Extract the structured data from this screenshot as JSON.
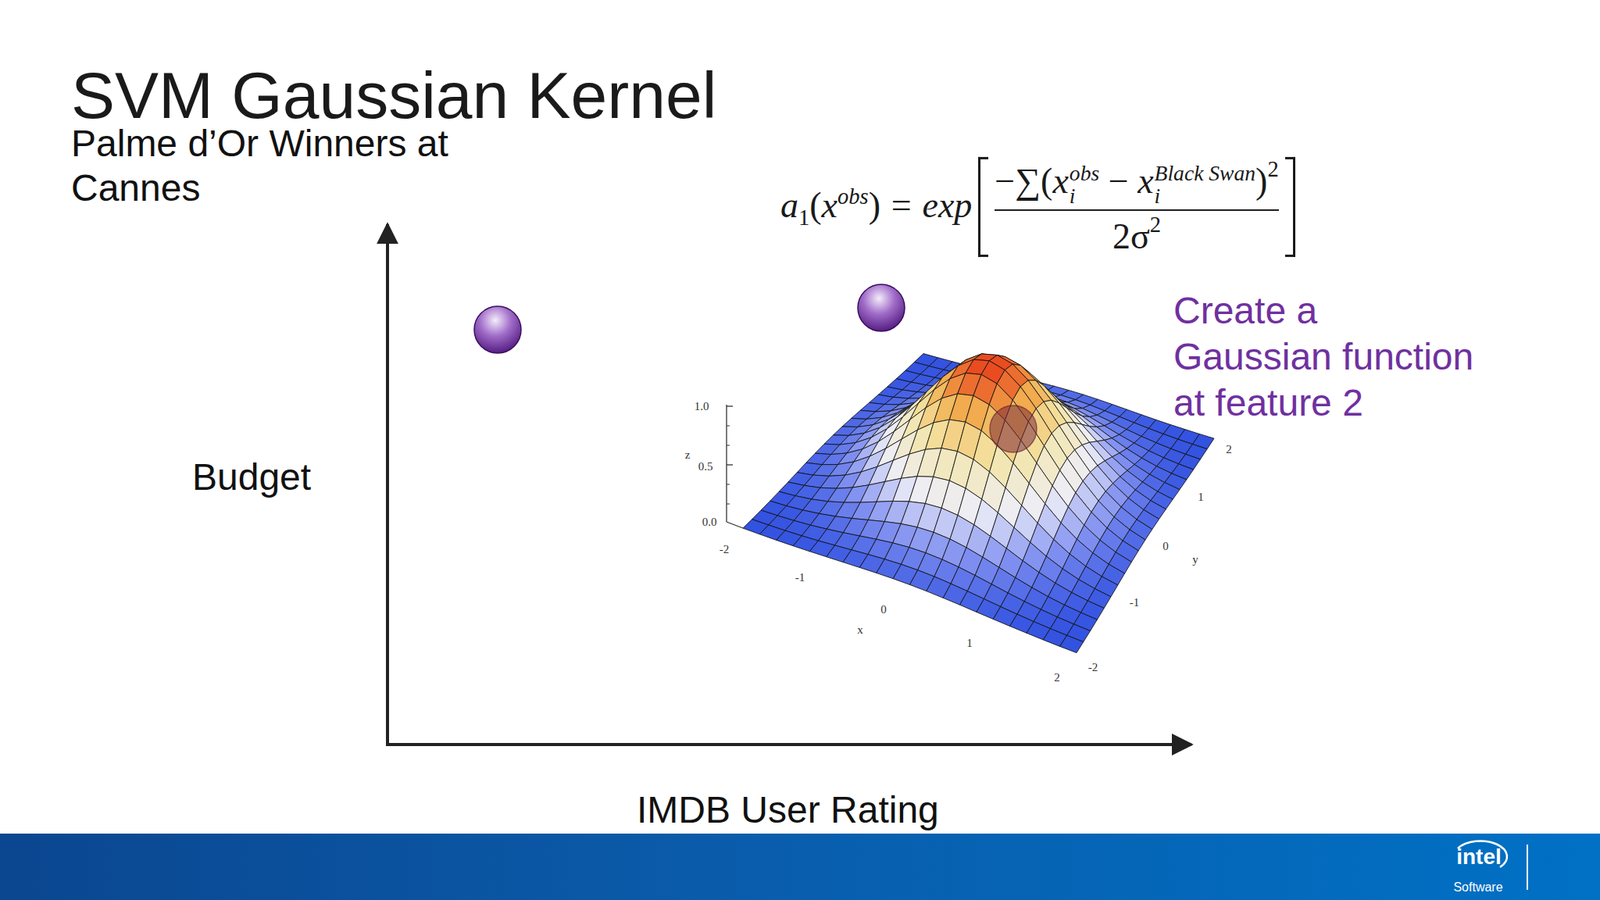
{
  "diagram": {
    "title": "SVM Gaussian Kernel",
    "labels": [
      "Palme d’Or Winners at Cannes",
      "Create a Gaussian function at feature 2",
      "Budget",
      "IMDB User Rating",
      "a",
      "1",
      "(",
      "x",
      "obs",
      ")",
      "=",
      "exp",
      "−∑(",
      "x",
      "obs",
      "i",
      "−",
      "x",
      "Black Swan",
      "i",
      ")",
      "2",
      "2σ",
      "2",
      "1.0",
      "z",
      "0.5",
      "0.0",
      "-2",
      "-1",
      "0",
      "x",
      "1",
      "2",
      "2",
      "1",
      "0",
      "y",
      "-1",
      "-2",
      "intel",
      "Software"
    ]
  }
}
